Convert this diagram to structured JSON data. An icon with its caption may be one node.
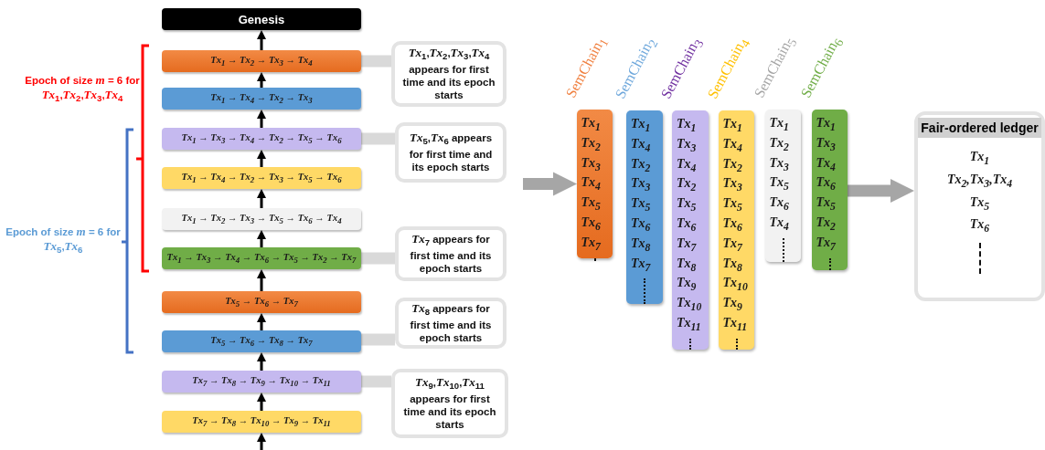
{
  "diagram": {
    "nodes": [
      {
        "text": [
          "Genesis"
        ]
      },
      {
        "text": [
          "Tx$_{1}$ → Tx$_{2}$ → Tx$_{3}$ → Tx$_{4}$"
        ]
      },
      {
        "text": [
          "Tx$_{1}$ → Tx$_{4}$ → Tx$_{2}$ → Tx$_{3}$"
        ]
      },
      {
        "text": [
          "Tx$_{1}$ → Tx$_{3}$ → Tx$_{4}$ → Tx$_{2}$ → Tx$_{5}$ → Tx$_{6}$"
        ]
      },
      {
        "text": [
          "Tx$_{1}$ → Tx$_{4}$ → Tx$_{2}$ → Tx$_{3}$ → Tx$_{5}$ → Tx$_{6}$"
        ]
      },
      {
        "text": [
          "Tx$_{1}$ → Tx$_{2}$ → Tx$_{3}$ → Tx$_{5}$ → Tx$_{6}$ → Tx$_{4}$"
        ]
      },
      {
        "text": [
          "Tx$_{1}$ → Tx$_{3}$ → Tx$_{4}$ → Tx$_{6}$ → Tx$_{5}$ → Tx$_{2}$ → Tx$_{7}$"
        ]
      },
      {
        "text": [
          "Tx$_{5}$ → Tx$_{6}$ → Tx$_{7}$"
        ]
      },
      {
        "text": [
          "Tx$_{5}$ → Tx$_{6}$ → Tx$_{8}$ → Tx$_{7}$"
        ]
      },
      {
        "text": [
          "Tx$_{7}$ → Tx$_{8}$ → Tx$_{9}$ → Tx$_{10}$ → Tx$_{11}$"
        ]
      },
      {
        "text": [
          "Tx$_{7}$ → Tx$_{8}$ → Tx$_{10}$ → Tx$_{9}$ → Tx$_{11}$"
        ]
      },
      {
        "text": [
          "*Tx*$_{1}$,*Tx*$_{2}$,*Tx*$_{3}$,*Tx*$_{4}$ appears for first time and its epoch starts"
        ]
      },
      {
        "text": [
          "*Tx*$_{5}$,*Tx*$_{6}$ appears for first time and its epoch starts"
        ]
      },
      {
        "text": [
          "*Tx*$_{7}$ appears for first time and its epoch starts"
        ]
      },
      {
        "text": [
          "*Tx*$_{8}$ appears for first time and its epoch starts"
        ]
      },
      {
        "text": [
          "*Tx*$_{9}$,*Tx*$_{10}$,*Tx*$_{11}$ appears for first time and its epoch starts"
        ]
      },
      {
        "text": [
          "SemChain$_{1}$",
          "Tx$_{1}$ Tx$_{2}$ Tx$_{3}$ Tx$_{4}$ Tx$_{5}$ Tx$_{6}$ Tx$_{7}$"
        ]
      },
      {
        "text": [
          "SemChain$_{2}$",
          "Tx$_{1}$ Tx$_{4}$ Tx$_{2}$ Tx$_{3}$ Tx$_{5}$ Tx$_{6}$ Tx$_{8}$ Tx$_{7}$"
        ]
      },
      {
        "text": [
          "SemChain$_{3}$",
          "Tx$_{1}$ Tx$_{3}$ Tx$_{4}$ Tx$_{2}$ Tx$_{5}$ Tx$_{6}$ Tx$_{7}$ Tx$_{8}$ Tx$_{9}$ Tx$_{10}$ Tx$_{11}$"
        ]
      },
      {
        "text": [
          "SemChain$_{4}$",
          "Tx$_{1}$ Tx$_{4}$ Tx$_{2}$ Tx$_{3}$ Tx$_{5}$ Tx$_{6}$ Tx$_{7}$ Tx$_{8}$ Tx$_{10}$ Tx$_{9}$ Tx$_{11}$"
        ]
      },
      {
        "text": [
          "SemChain$_{5}$",
          "Tx$_{1}$ Tx$_{2}$ Tx$_{3}$ Tx$_{5}$ Tx$_{6}$ Tx$_{4}$"
        ]
      },
      {
        "text": [
          "SemChain$_{6}$",
          "Tx$_{1}$ Tx$_{3}$ Tx$_{4}$ Tx$_{6}$ Tx$_{5}$ Tx$_{2}$ Tx$_{7}$"
        ]
      },
      {
        "text": [
          "Fair-ordered ledger",
          "Tx$_{1}$",
          "Tx$_{2}$,Tx$_{3}$,Tx$_{4}$",
          "Tx$_{5}$",
          "Tx$_{6}$"
        ]
      }
    ],
    "edges": [
      {
        "from": 1,
        "to": 0,
        "arrow": "to"
      },
      {
        "from": 2,
        "to": 1,
        "arrow": "to"
      },
      {
        "from": 3,
        "to": 2,
        "arrow": "to"
      },
      {
        "from": 4,
        "to": 3,
        "arrow": "to"
      },
      {
        "from": 5,
        "to": 4,
        "arrow": "to"
      },
      {
        "from": 6,
        "to": 5,
        "arrow": "to"
      },
      {
        "from": 7,
        "to": 6,
        "arrow": "to"
      },
      {
        "from": 8,
        "to": 7,
        "arrow": "to"
      },
      {
        "from": 9,
        "to": 8,
        "arrow": "to"
      },
      {
        "from": 10,
        "to": 9,
        "arrow": "to"
      },
      {
        "from": null,
        "to": 10,
        "arrow": "to"
      },
      {
        "from": 11,
        "to": 1,
        "arrow": "none",
        "style": "thick",
        "color": "#d9d9d9"
      },
      {
        "from": 12,
        "to": 3,
        "arrow": "none",
        "style": "thick",
        "color": "#d9d9d9"
      },
      {
        "from": 13,
        "to": 6,
        "arrow": "none",
        "style": "thick",
        "color": "#d9d9d9"
      },
      {
        "from": 14,
        "to": 8,
        "arrow": "none",
        "style": "thick",
        "color": "#d9d9d9"
      },
      {
        "from": 15,
        "to": 9,
        "arrow": "none",
        "style": "thick",
        "color": "#d9d9d9"
      },
      {
        "from": null,
        "to": 16,
        "arrow": "to",
        "style": "thick",
        "color": "#a6a6a6"
      },
      {
        "from": 21,
        "to": 22,
        "arrow": "to",
        "style": "thick",
        "color": "#a6a6a6"
      }
    ],
    "labels": [
      "Epoch of size *m* = 6 for *Tx*$_{1}$,*Tx*$_{2}$,*Tx*$_{3}$,*Tx*$_{4}$",
      "Epoch of size *m* = 6 for *Tx*$_{5}$,*Tx*$_{6}$"
    ]
  }
}
